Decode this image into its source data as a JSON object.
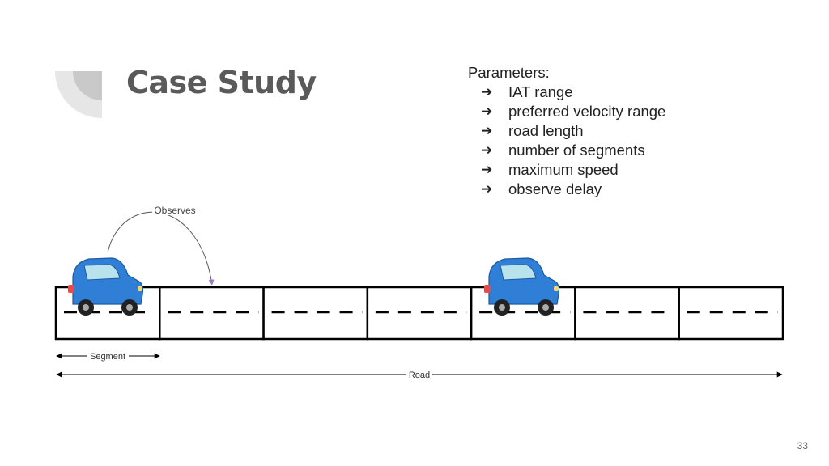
{
  "slide": {
    "title": "Case Study",
    "page_number": "33"
  },
  "parameters": {
    "heading": "Parameters:",
    "items": [
      "IAT range",
      "preferred velocity range",
      "road length",
      "number of segments",
      "maximum speed",
      "observe delay"
    ]
  },
  "diagram": {
    "observes_label": "Observes",
    "segment_label": "Segment",
    "road_label": "Road",
    "segment_count": 7,
    "colors": {
      "car_body": "#2f7fd6",
      "car_window": "#b9e3ec",
      "arc": "#555555",
      "arc_arrowhead": "#9b7bc4",
      "road_line": "#000000"
    }
  }
}
